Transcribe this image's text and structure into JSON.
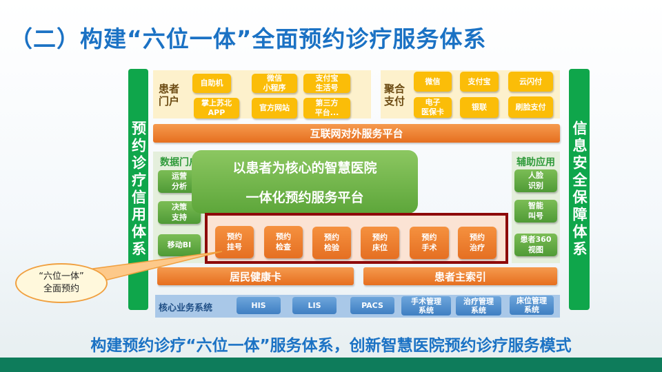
{
  "title": "（二）构建“六位一体”全面预约诊疗服务体系",
  "subtitle": "构建预约诊疗“六位一体”服务体系，创新智慧医院预约诊疗服务模式",
  "left_pillar": "预约诊疗信用体系",
  "right_pillar": "信息安全保障体系",
  "patient_portal": {
    "label": "患者\n门户",
    "items": [
      "自助机",
      "微信\n小程序",
      "支付宝\n生活号",
      "掌上苏北\nAPP",
      "官方网站",
      "第三方\n平台..."
    ]
  },
  "payment": {
    "label": "聚合\n支付",
    "items": [
      "微信",
      "支付宝",
      "云闪付",
      "电子\n医保卡",
      "银联",
      "刷脸支付"
    ]
  },
  "internet_platform": "互联网对外服务平台",
  "data_portal": {
    "label": "数据门户",
    "items": [
      "运营\n分析",
      "决策\n支持",
      "移动BI"
    ]
  },
  "aux_apps": {
    "label": "辅助应用",
    "items": [
      "人脸\n识别",
      "智能\n叫号",
      "患者360\n视图"
    ]
  },
  "core_platform": {
    "line1": "以患者为核心的智慧医院",
    "line2": "一体化预约服务平台"
  },
  "appointments": [
    "预约\n挂号",
    "预约\n检查",
    "预约\n检验",
    "预约\n床位",
    "预约\n手术",
    "预约\n治疗"
  ],
  "health_card": "居民健康卡",
  "master_index": "患者主索引",
  "core_systems": {
    "label": "核心业务系统",
    "items": [
      "HIS",
      "LIS",
      "PACS",
      "手术管理\n系统",
      "治疗管理\n系统",
      "床位管理\n系统"
    ]
  },
  "callout": "“六位一体”\n全面预约"
}
